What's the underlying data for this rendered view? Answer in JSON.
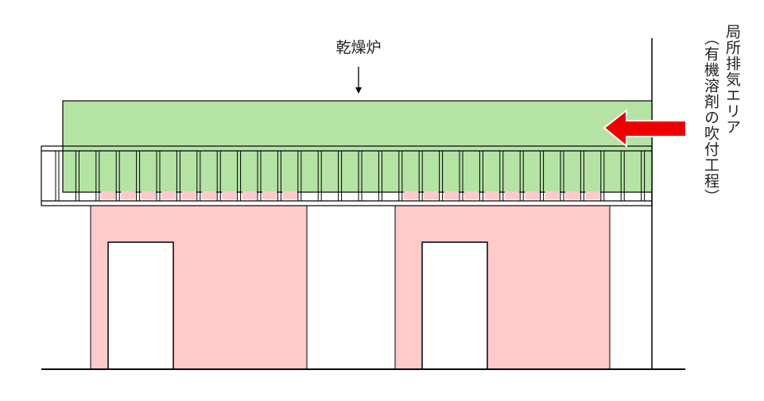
{
  "labels": {
    "dryer": "乾燥炉",
    "area_title": "局所排気エリア",
    "area_subtitle": "（有機溶剤の吹付工程）"
  },
  "colors": {
    "dryer_fill": "#b5e3a4",
    "pink_fill": "#fecaca",
    "arrow": "#ee0000",
    "line": "#000000"
  }
}
